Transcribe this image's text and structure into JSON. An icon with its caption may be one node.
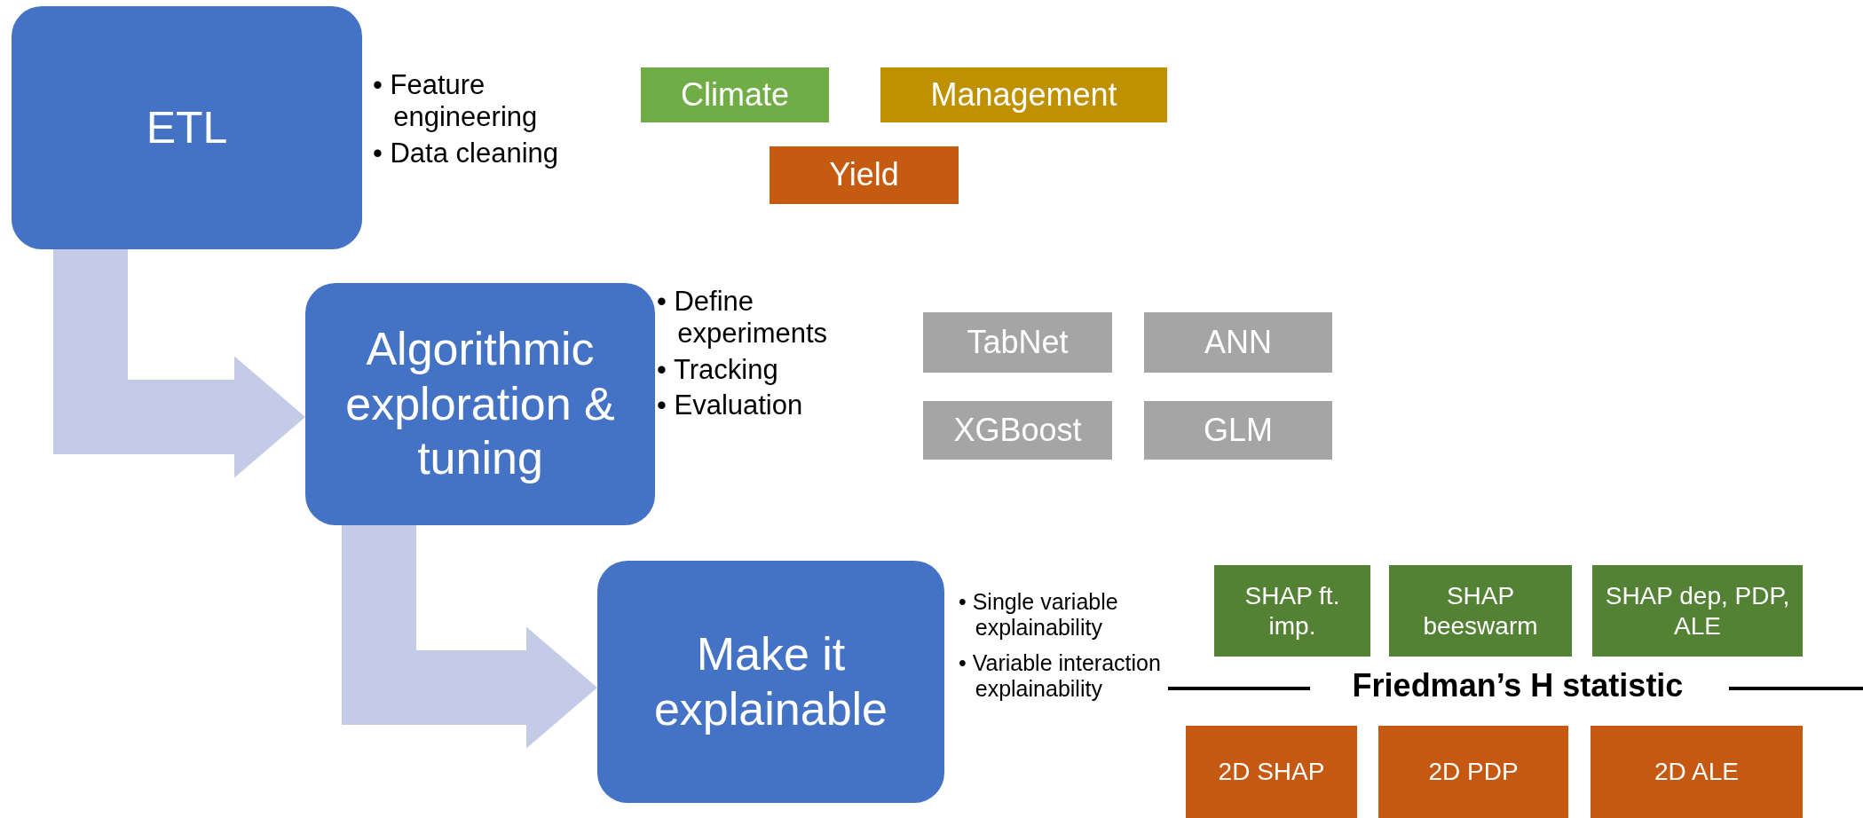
{
  "diagram": {
    "nodes": [
      {
        "text": [
          "ETL"
        ],
        "beside": [
          "• Feature engineering",
          "• Data cleaning"
        ]
      },
      {
        "text": [
          "Climate"
        ]
      },
      {
        "text": [
          "Management"
        ]
      },
      {
        "text": [
          "Yield"
        ]
      },
      {
        "text": [
          "Algorithmic exploration & tuning"
        ],
        "beside": [
          "• Define experiments",
          "• Tracking",
          "• Evaluation"
        ]
      },
      {
        "text": [
          "TabNet"
        ]
      },
      {
        "text": [
          "ANN"
        ]
      },
      {
        "text": [
          "XGBoost"
        ]
      },
      {
        "text": [
          "GLM"
        ]
      },
      {
        "text": [
          "Make it explainable"
        ],
        "beside": [
          "• Single variable explainability",
          "• Variable interaction explainability"
        ]
      },
      {
        "text": [
          "SHAP ft. imp."
        ]
      },
      {
        "text": [
          "SHAP beeswarm"
        ]
      },
      {
        "text": [
          "SHAP dep, PDP, ALE"
        ]
      },
      {
        "text": [
          "2D SHAP"
        ]
      },
      {
        "text": [
          "2D PDP"
        ]
      },
      {
        "text": [
          "2D ALE"
        ]
      }
    ],
    "edges": [
      {
        "from": 0,
        "to": 4,
        "arrow": "to"
      },
      {
        "from": 4,
        "to": 9,
        "arrow": "to"
      }
    ],
    "labels": [
      "Friedman’s H statistic"
    ]
  }
}
